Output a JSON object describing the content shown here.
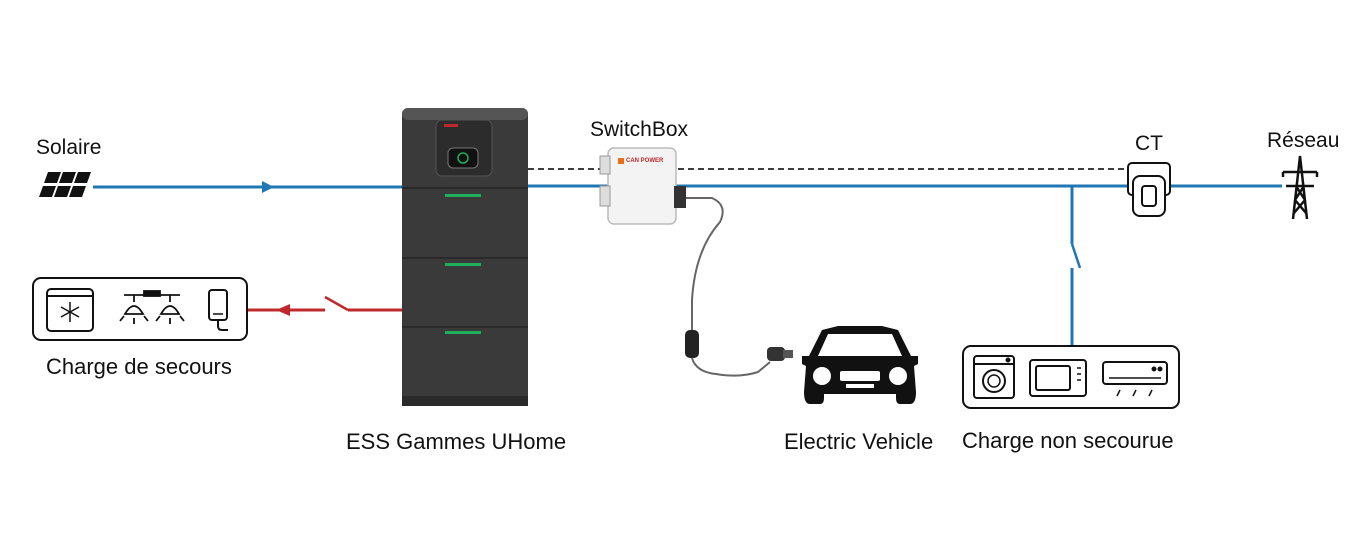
{
  "labels": {
    "solar": "Solaire",
    "switchbox": "SwitchBox",
    "ct": "CT",
    "grid": "Réseau",
    "backup_load": "Charge de secours",
    "ess": "ESS Gammes UHome",
    "ev": "Electric Vehicle",
    "non_backup_load": "Charge non secourue",
    "switchbox_brand": "CAN POWER"
  },
  "colors": {
    "line_blue": "#1f78b4",
    "line_red": "#c0282b",
    "ess_body": "#3a3a3a",
    "ess_led": "#1fae5a"
  },
  "icons": {
    "solar": "solar-panel-icon",
    "grid": "power-tower-icon",
    "ct": "current-transformer-icon",
    "ev": "car-icon",
    "backup": [
      "freezer-icon",
      "lamp-icon",
      "lamp-icon",
      "water-heater-icon"
    ],
    "non_backup": [
      "washing-machine-icon",
      "microwave-icon",
      "air-conditioner-icon"
    ]
  }
}
